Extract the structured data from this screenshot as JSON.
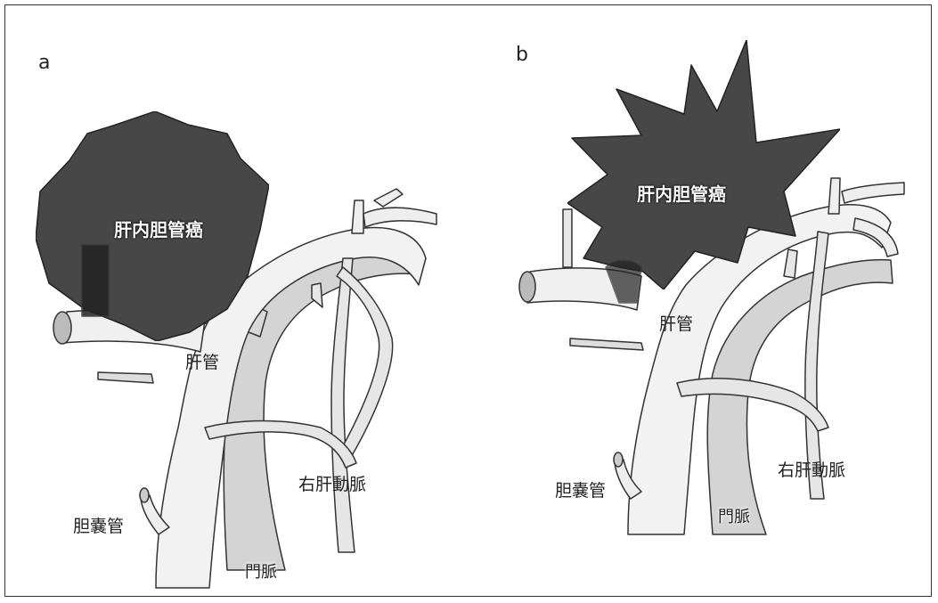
{
  "panels": [
    {
      "letter": "a",
      "tumor": "肝内胆管癌",
      "hepatic_duct": "肝管",
      "cystic_duct": "胆嚢管",
      "right_hepatic_artery": "右肝動脈",
      "portal_vein": "門脈"
    },
    {
      "letter": "b",
      "tumor": "肝内胆管癌",
      "hepatic_duct": "肝管",
      "cystic_duct": "胆嚢管",
      "right_hepatic_artery": "右肝動脈",
      "portal_vein": "門脈"
    }
  ],
  "colors": {
    "tumor": "#4a4a4a",
    "vessel_fill": "#eeeeee",
    "vessel_shade": "#c8c8c8",
    "outline": "#333333"
  }
}
